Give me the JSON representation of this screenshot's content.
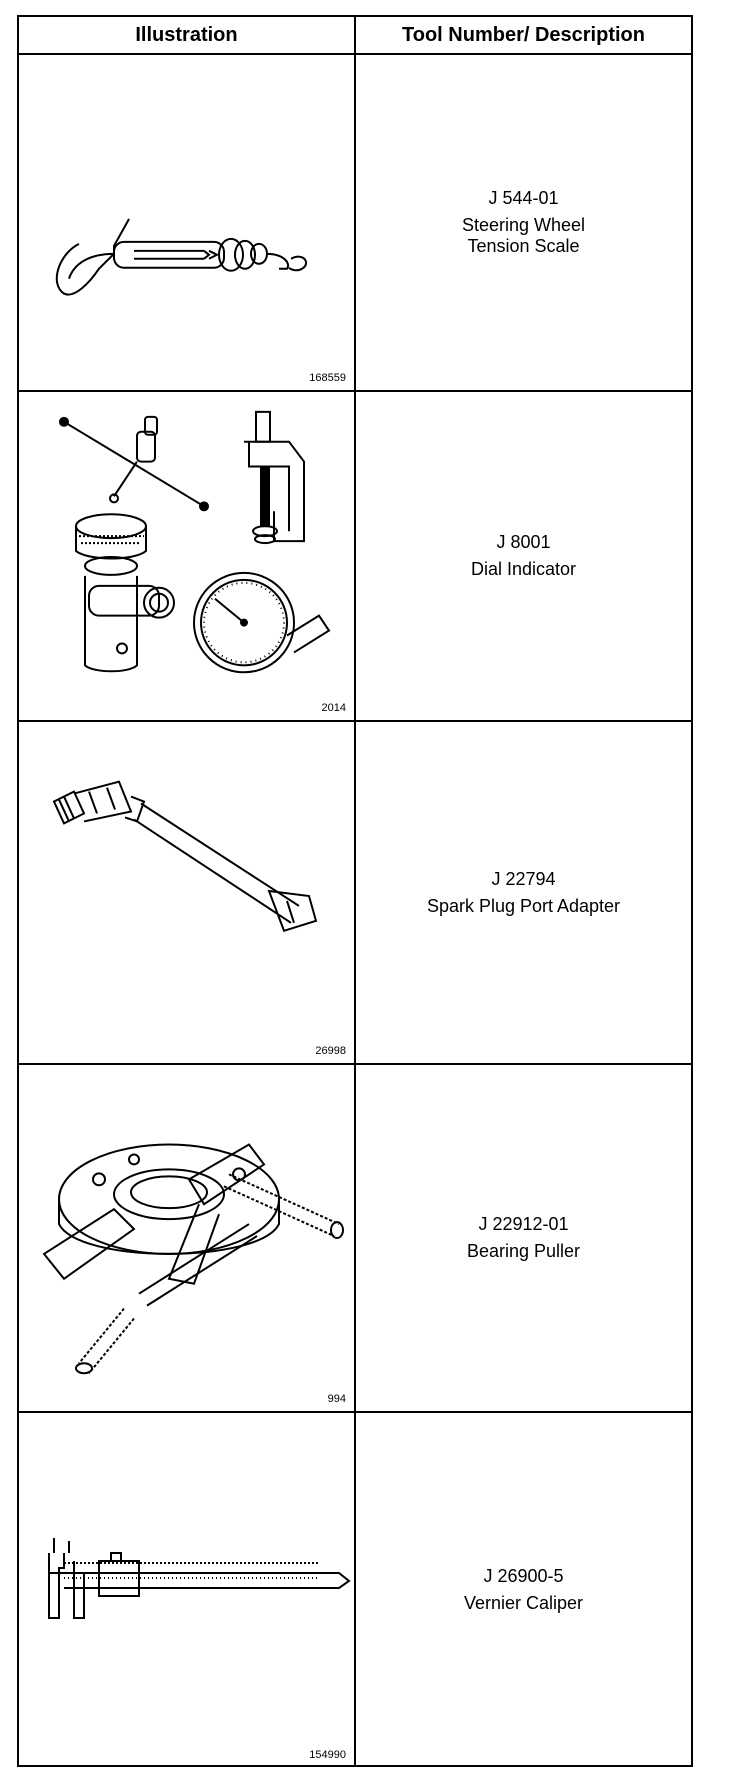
{
  "table": {
    "header": {
      "illustration": "Illustration",
      "description": "Tool Number/ Description"
    },
    "rows": [
      {
        "tool_number": "J 544-01",
        "description": "Steering Wheel\nTension Scale",
        "figure_number": "168559",
        "icon": "tension-scale-icon"
      },
      {
        "tool_number": "J 8001",
        "description": "Dial Indicator",
        "figure_number": "2014",
        "icon": "dial-indicator-icon"
      },
      {
        "tool_number": "J 22794",
        "description": "Spark Plug Port Adapter",
        "figure_number": "26998",
        "icon": "spark-plug-adapter-icon"
      },
      {
        "tool_number": "J 22912-01",
        "description": "Bearing Puller",
        "figure_number": "994",
        "icon": "bearing-puller-icon"
      },
      {
        "tool_number": "J 26900-5",
        "description": "Vernier Caliper",
        "figure_number": "154990",
        "icon": "vernier-caliper-icon"
      }
    ]
  }
}
